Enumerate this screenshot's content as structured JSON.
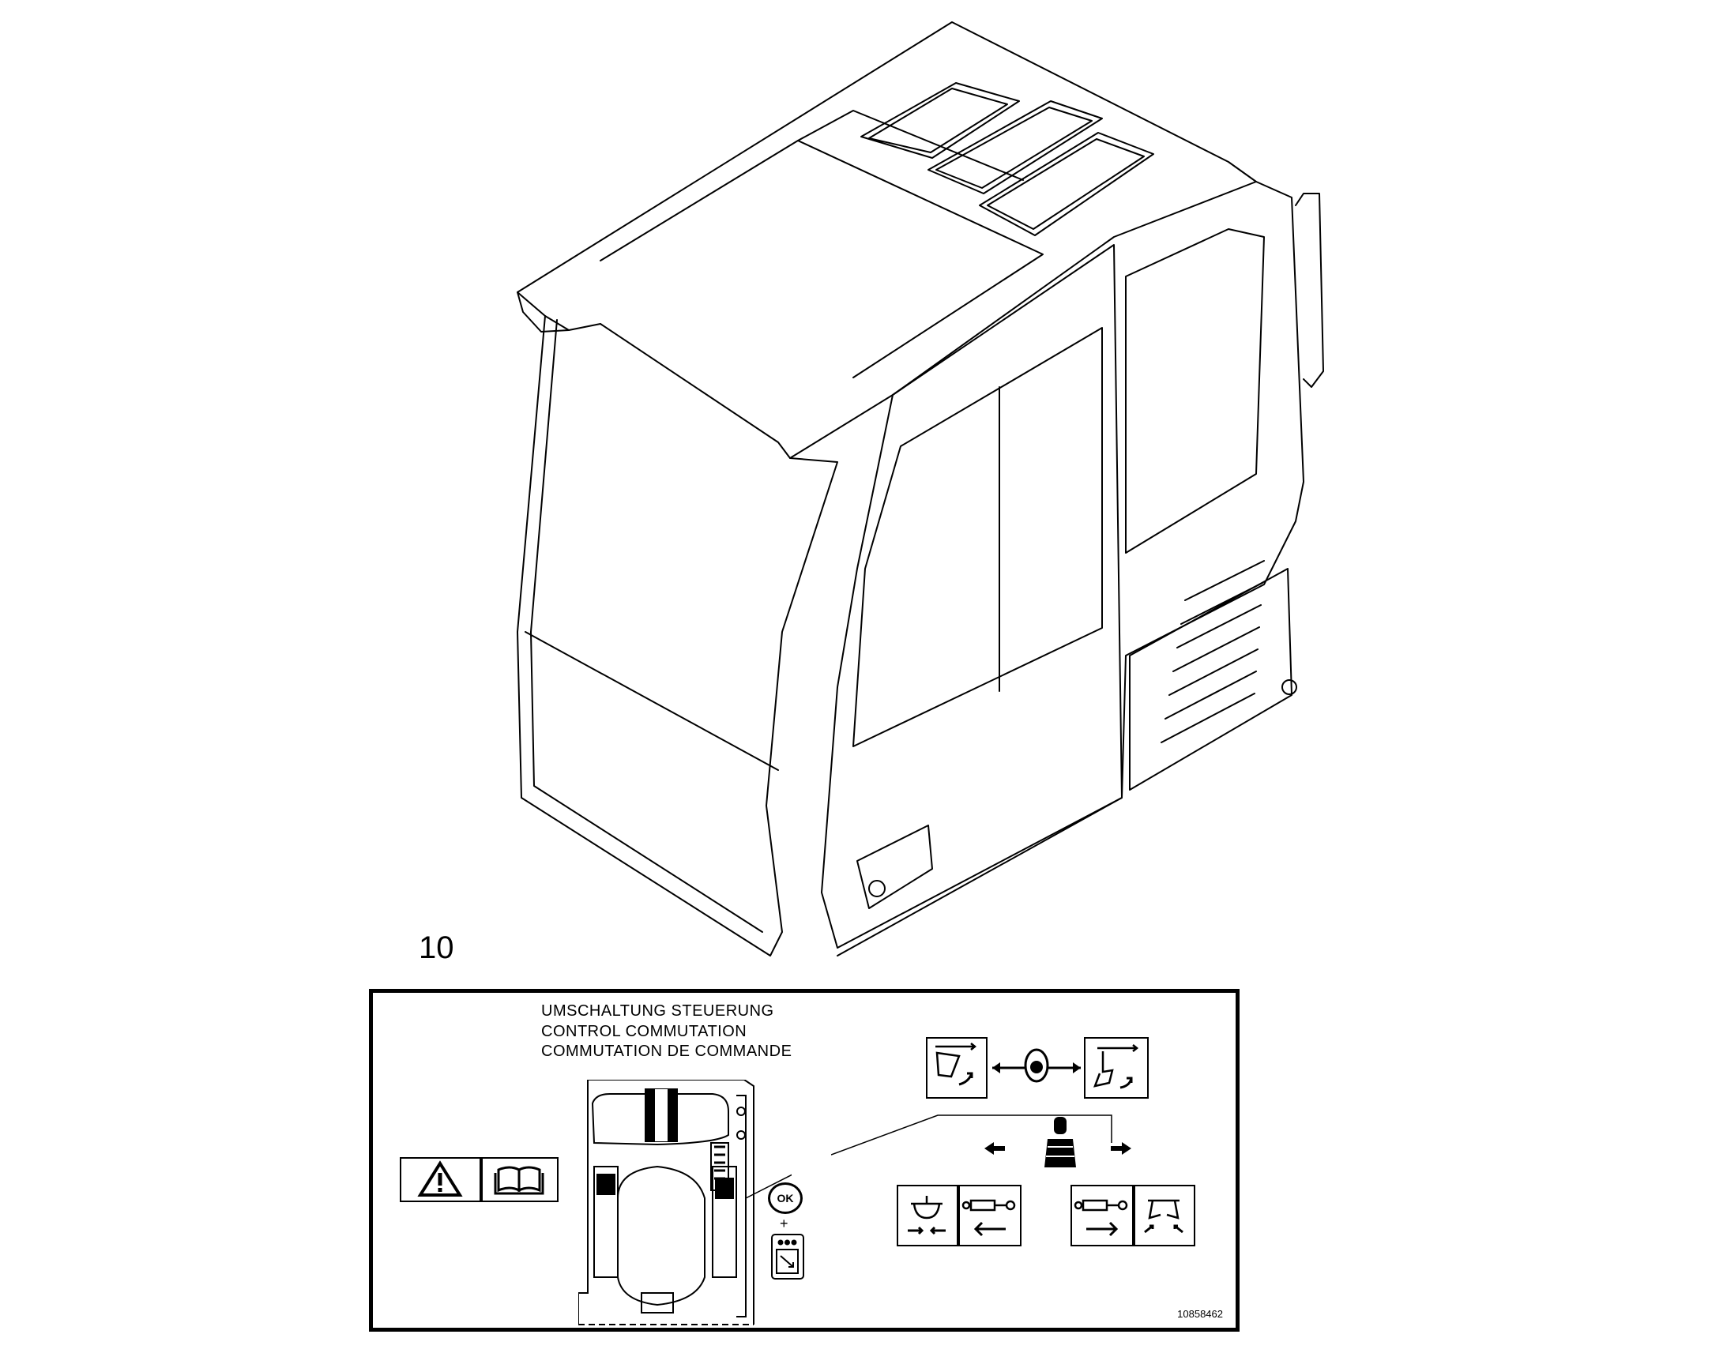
{
  "figure": {
    "callout_number": "10"
  },
  "decal": {
    "title_lines": [
      "UMSCHALTUNG STEUERUNG",
      "CONTROL COMMUTATION",
      "COMMUTATION DE COMMANDE"
    ],
    "ok_label": "OK",
    "plus_sign": "+",
    "part_code": "10858462",
    "icons": [
      "warning-triangle-icon",
      "manual-book-icon",
      "joystick-icon",
      "bucket-curl-icon",
      "boom-swing-icon",
      "cylinder-retract-icon",
      "cylinder-extend-icon",
      "grapple-icon",
      "mode-select-icon"
    ]
  }
}
